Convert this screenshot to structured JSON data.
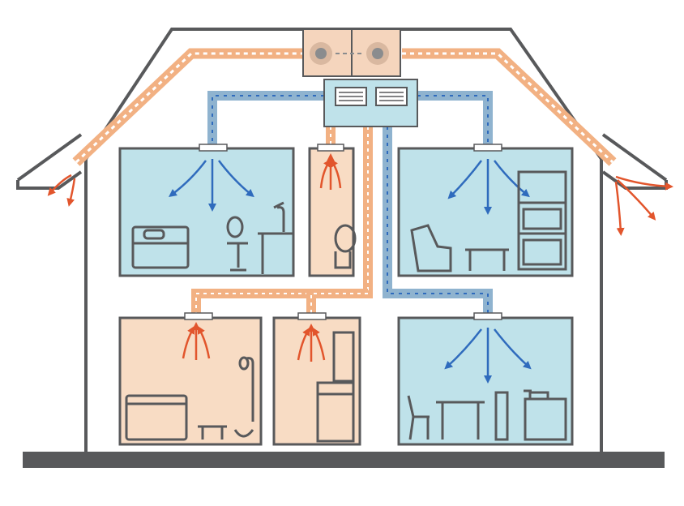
{
  "diagram": {
    "subject": "house-ventilation-system",
    "colors": {
      "outline": "#58595b",
      "ground": "#58595b",
      "supply_duct": "#8fb3cf",
      "supply_arrow": "#2f6bbd",
      "exhaust_duct": "#f2b183",
      "exhaust_arrow": "#e2552c",
      "room_fresh": "#bfe2ea",
      "room_exhaust": "#f8dcc4",
      "unit_body": "#bfe2ea",
      "fan_box": "#f5d5bd",
      "furniture": "#58595b"
    },
    "rooms": [
      {
        "id": "bedroom",
        "air": "supply"
      },
      {
        "id": "toilet-upstairs",
        "air": "exhaust"
      },
      {
        "id": "living-room",
        "air": "supply"
      },
      {
        "id": "bathroom",
        "air": "exhaust"
      },
      {
        "id": "laundry",
        "air": "exhaust"
      },
      {
        "id": "dining-kitchen",
        "air": "supply"
      }
    ]
  }
}
